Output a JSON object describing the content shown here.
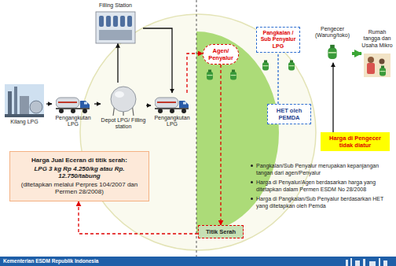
{
  "diagram": {
    "nodes": [
      {
        "text": [
          "Filling Station"
        ]
      },
      {
        "text": [
          "Kilang LPG"
        ]
      },
      {
        "text": [
          "Pengangkutan LPG"
        ]
      },
      {
        "text": [
          "Depot LPG/ Filling station"
        ]
      },
      {
        "text": [
          "Pengangkutan LPG"
        ]
      },
      {
        "text": [
          "Agen/ Penyalur"
        ]
      },
      {
        "text": [
          "Pangkalan / Sub Penyalur LPG"
        ]
      },
      {
        "text": [
          "HET oleh PEMDA"
        ]
      },
      {
        "text": [
          "Pengecer (Warung/toko)"
        ]
      },
      {
        "text": [
          "Rumah tangga dan Usaha Mikro"
        ]
      },
      {
        "text": [
          "Harga di Pengecer tidak diatur"
        ]
      },
      {
        "text": [
          "Harga Jual Eceran di titik serah:",
          "LPG 3 kg Rp 4.250/kg atau Rp. 12.750/tabung",
          "(ditetapkan melalui Perpres 104/2007 dan Permen 28/2008)"
        ]
      },
      {
        "text": [
          "Titik Serah"
        ]
      }
    ],
    "edges": [
      {
        "from": 1,
        "to": 2,
        "arrow": "to"
      },
      {
        "from": 2,
        "to": 3,
        "arrow": "to"
      },
      {
        "from": 3,
        "to": 0,
        "arrow": "to"
      },
      {
        "from": 0,
        "to": 4,
        "arrow": "to"
      },
      {
        "from": 3,
        "to": 4,
        "arrow": "to"
      },
      {
        "from": 4,
        "to": 5,
        "arrow": "to"
      },
      {
        "from": 5,
        "to": 12,
        "arrow": "to"
      },
      {
        "from": 12,
        "to": 11,
        "arrow": "to"
      },
      {
        "from": 8,
        "to": 9,
        "arrow": "to"
      },
      {
        "from": 10,
        "to": 8,
        "arrow": "to"
      },
      {
        "from": 7,
        "to": 6,
        "arrow": "none"
      }
    ],
    "labels": [
      "Pangkalan/Sub Penyalur merupakan kepanjangan tangan dari agen/Penyalur",
      "Harga di Penyalur/Agen berdasarkan harga yang ditetapkan dalam Permen ESDM No 28/2008",
      "Harga di Pangkalan/Sub Penyalur berdasarkan HET yang ditetapkan oleh Pemda",
      "Kementerian ESDM Republik Indonesia"
    ]
  }
}
